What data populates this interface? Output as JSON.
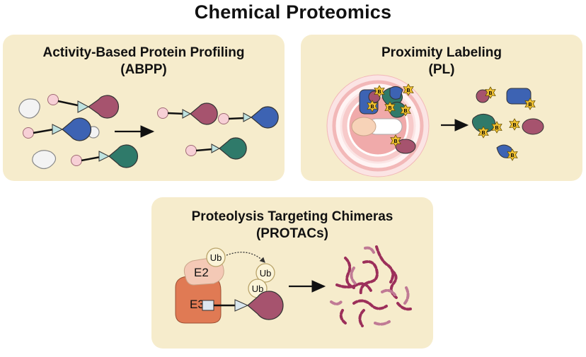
{
  "title": "Chemical Proteomics",
  "abpp": {
    "title_line1": "Activity-Based Protein Profiling",
    "title_line2": "(ABPP)"
  },
  "pl": {
    "title_line1": "Proximity Labeling",
    "title_line2": "(PL)",
    "biotin_label": "B"
  },
  "protac": {
    "title_line1": "Proteolysis Targeting Chimeras",
    "title_line2": "(PROTACs)",
    "e2_label": "E2",
    "e3_label": "E3",
    "ub_label": "Ub"
  },
  "colors": {
    "panel": "#f6eccc",
    "maroon": "#a6536e",
    "blue": "#3d63b3",
    "green": "#2f7a6a",
    "probe_pink": "#f7d0d6",
    "biotin": "#f1c232",
    "e2": "#f4c9b6",
    "e3": "#e07a54",
    "ring": "#f2b8b8"
  }
}
